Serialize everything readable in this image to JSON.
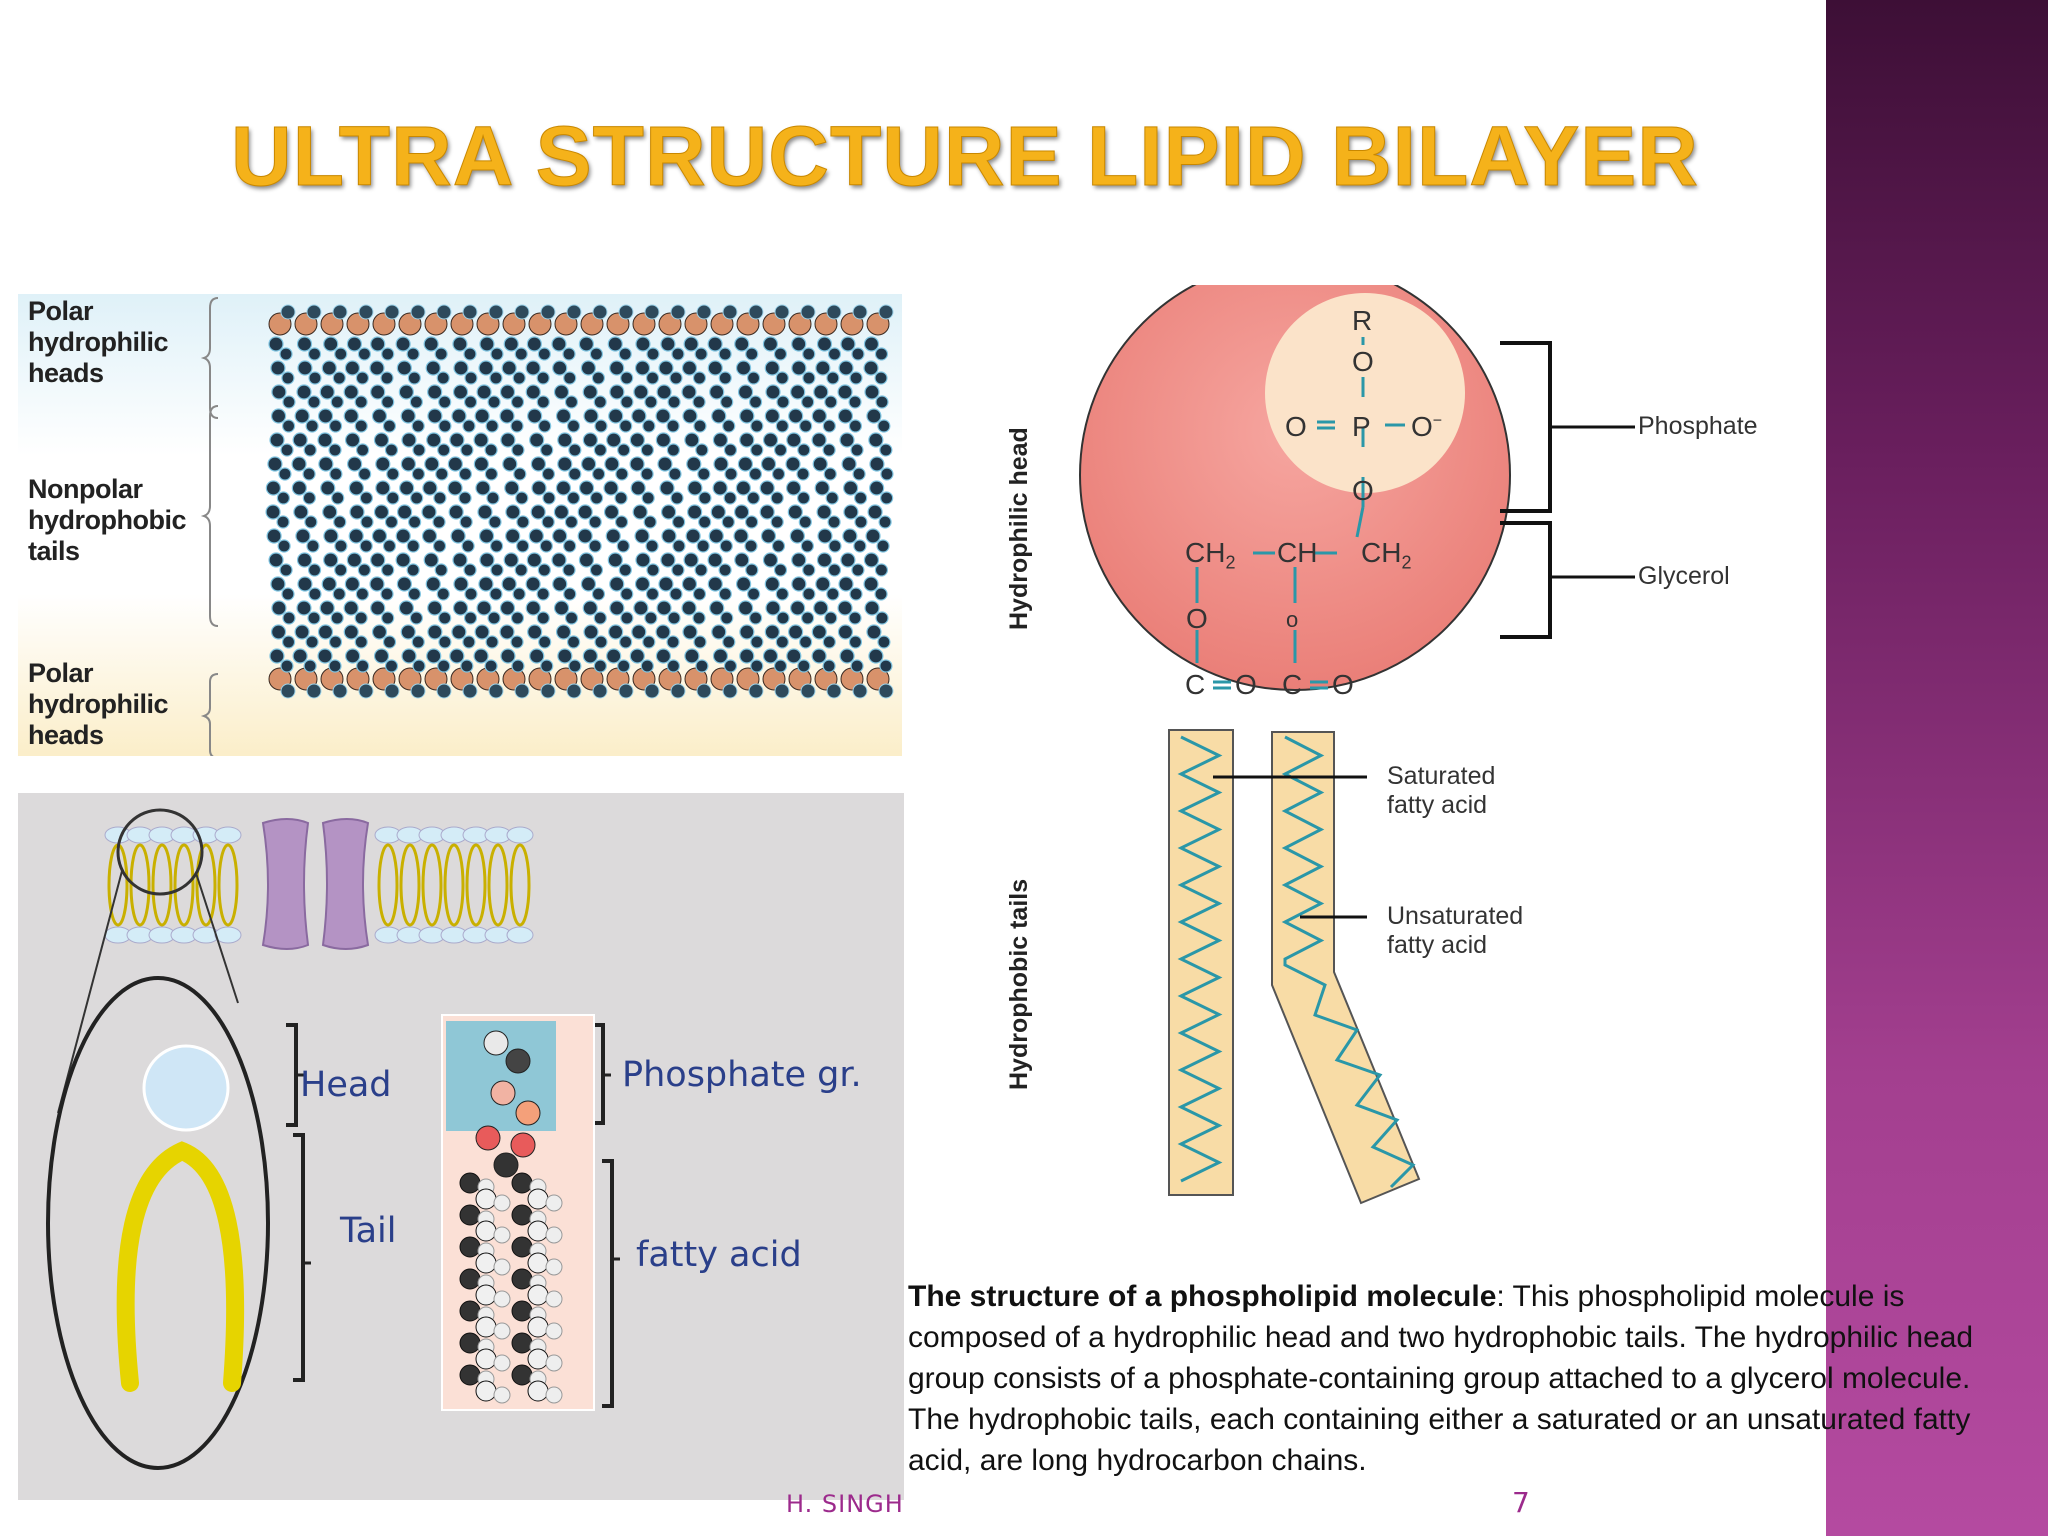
{
  "slide": {
    "title": "ULTRA STRUCTURE LIPID BILAYER",
    "author": "H. SINGH",
    "page_number": "7"
  },
  "bilayer_figure": {
    "label_top": "Polar\nhydrophilic\nheads",
    "label_middle": "Nonpolar\nhydrophobic\ntails",
    "label_bottom": "Polar\nhydrophilic\nheads"
  },
  "head_tail_figure": {
    "head": "Head",
    "tail": "Tail",
    "phosphate": "Phosphate gr.",
    "fatty_acid": "fatty acid"
  },
  "phospholipid_figure": {
    "hydrophilic_head": "Hydrophilic head",
    "hydrophobic_tails": "Hydrophobic tails",
    "phosphate": "Phosphate",
    "glycerol": "Glycerol",
    "saturated": "Saturated\nfatty acid",
    "unsaturated": "Unsaturated\nfatty acid",
    "atom_r": "R",
    "atom_o": "O"
  },
  "caption": {
    "bold": "The structure of a phospholipid molecule",
    "text": ": This phospholipid molecule is composed of a hydrophilic head and two hydrophobic tails. The hydrophilic head group consists of a phosphate-containing group attached to a glycerol molecule. The hydrophobic tails, each containing either a saturated or an unsaturated fatty acid, are long hydrocarbon chains."
  }
}
